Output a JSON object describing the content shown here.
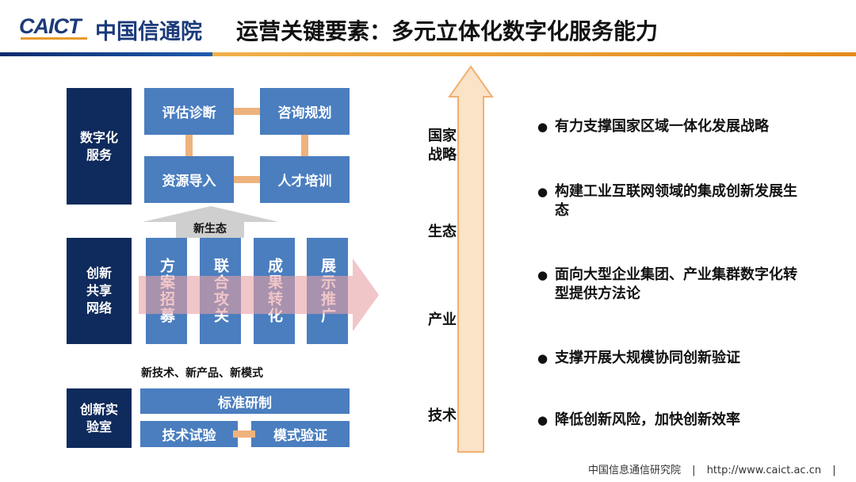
{
  "header": {
    "logo_en": "CAICT",
    "logo_cn": "中国信通院",
    "title": "运营关键要素：多元立体化数字化服务能力"
  },
  "digital_service": {
    "label": "数字化\n服务",
    "boxes": [
      "评估诊断",
      "咨询规划",
      "资源导入",
      "人才培训"
    ]
  },
  "new_ecology": "新生态",
  "network": {
    "label": "创新\n共享\n网络",
    "columns": [
      "方案招募",
      "联合攻关",
      "成果转化",
      "展示推广"
    ]
  },
  "new_things": "新技术、新产品、新模式",
  "lab": {
    "label": "创新实\n验室",
    "boxes": [
      "标准研制",
      "技术试验",
      "模式验证"
    ]
  },
  "arrow_levels": [
    "国家\n战略",
    "生态",
    "产业",
    "技术"
  ],
  "bullets": [
    "有力支撑国家区域一体化发展战略",
    "构建工业互联网领域的集成创新发展生态",
    "面向大型企业集团、产业集群数字化转型提供方法论",
    "支撑开展大规模协同创新验证",
    "降低创新风险，加快创新效率"
  ],
  "footer": {
    "org": "中国信息通信研究院",
    "sep": "|",
    "url": "http://www.caict.ac.cn"
  }
}
